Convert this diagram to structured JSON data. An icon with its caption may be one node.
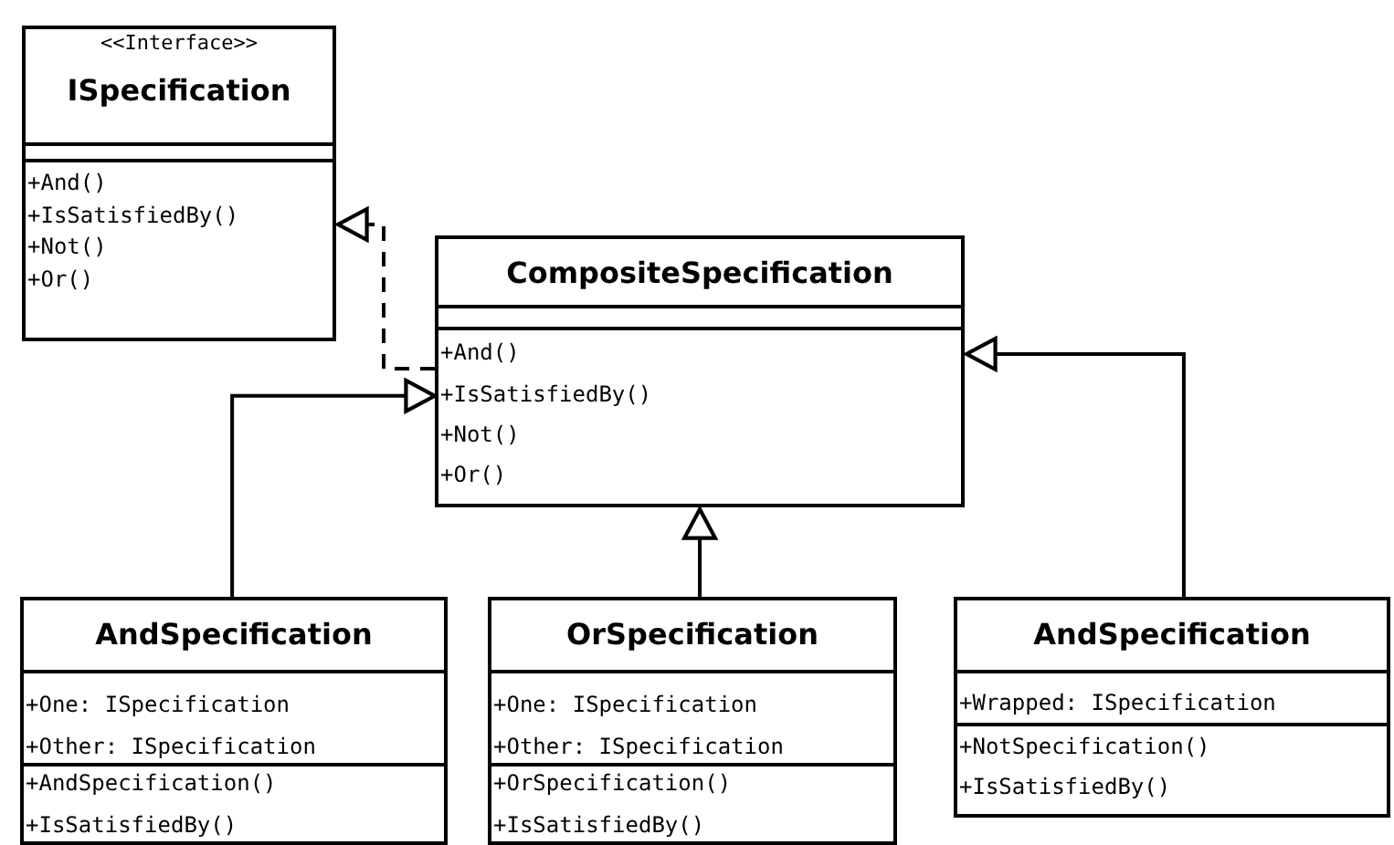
{
  "diagram": {
    "nodes": [
      {
        "text": [
          "<<Interface>>",
          "ISpecification",
          "+And()",
          "+IsSatisfiedBy()",
          "+Not()",
          "+Or()"
        ]
      },
      {
        "text": [
          "CompositeSpecification",
          "+And()",
          "+IsSatisfiedBy()",
          "+Not()",
          "+Or()"
        ]
      },
      {
        "text": [
          "AndSpecification",
          "+One: ISpecification",
          "+Other: ISpecification",
          "+AndSpecification()",
          "+IsSatisfiedBy()"
        ]
      },
      {
        "text": [
          "OrSpecification",
          "+One: ISpecification",
          "+Other: ISpecification",
          "+OrSpecification()",
          "+IsSatisfiedBy()"
        ]
      },
      {
        "text": [
          "AndSpecification",
          "+Wrapped: ISpecification",
          "+NotSpecification()",
          "+IsSatisfiedBy()"
        ]
      }
    ],
    "edges": [
      {
        "from": 1,
        "to": 0,
        "arrow": "to",
        "style": "dashed"
      },
      {
        "from": 2,
        "to": 1,
        "arrow": "to"
      },
      {
        "from": 3,
        "to": 1,
        "arrow": "to"
      },
      {
        "from": 4,
        "to": 1,
        "arrow": "to"
      }
    ]
  }
}
